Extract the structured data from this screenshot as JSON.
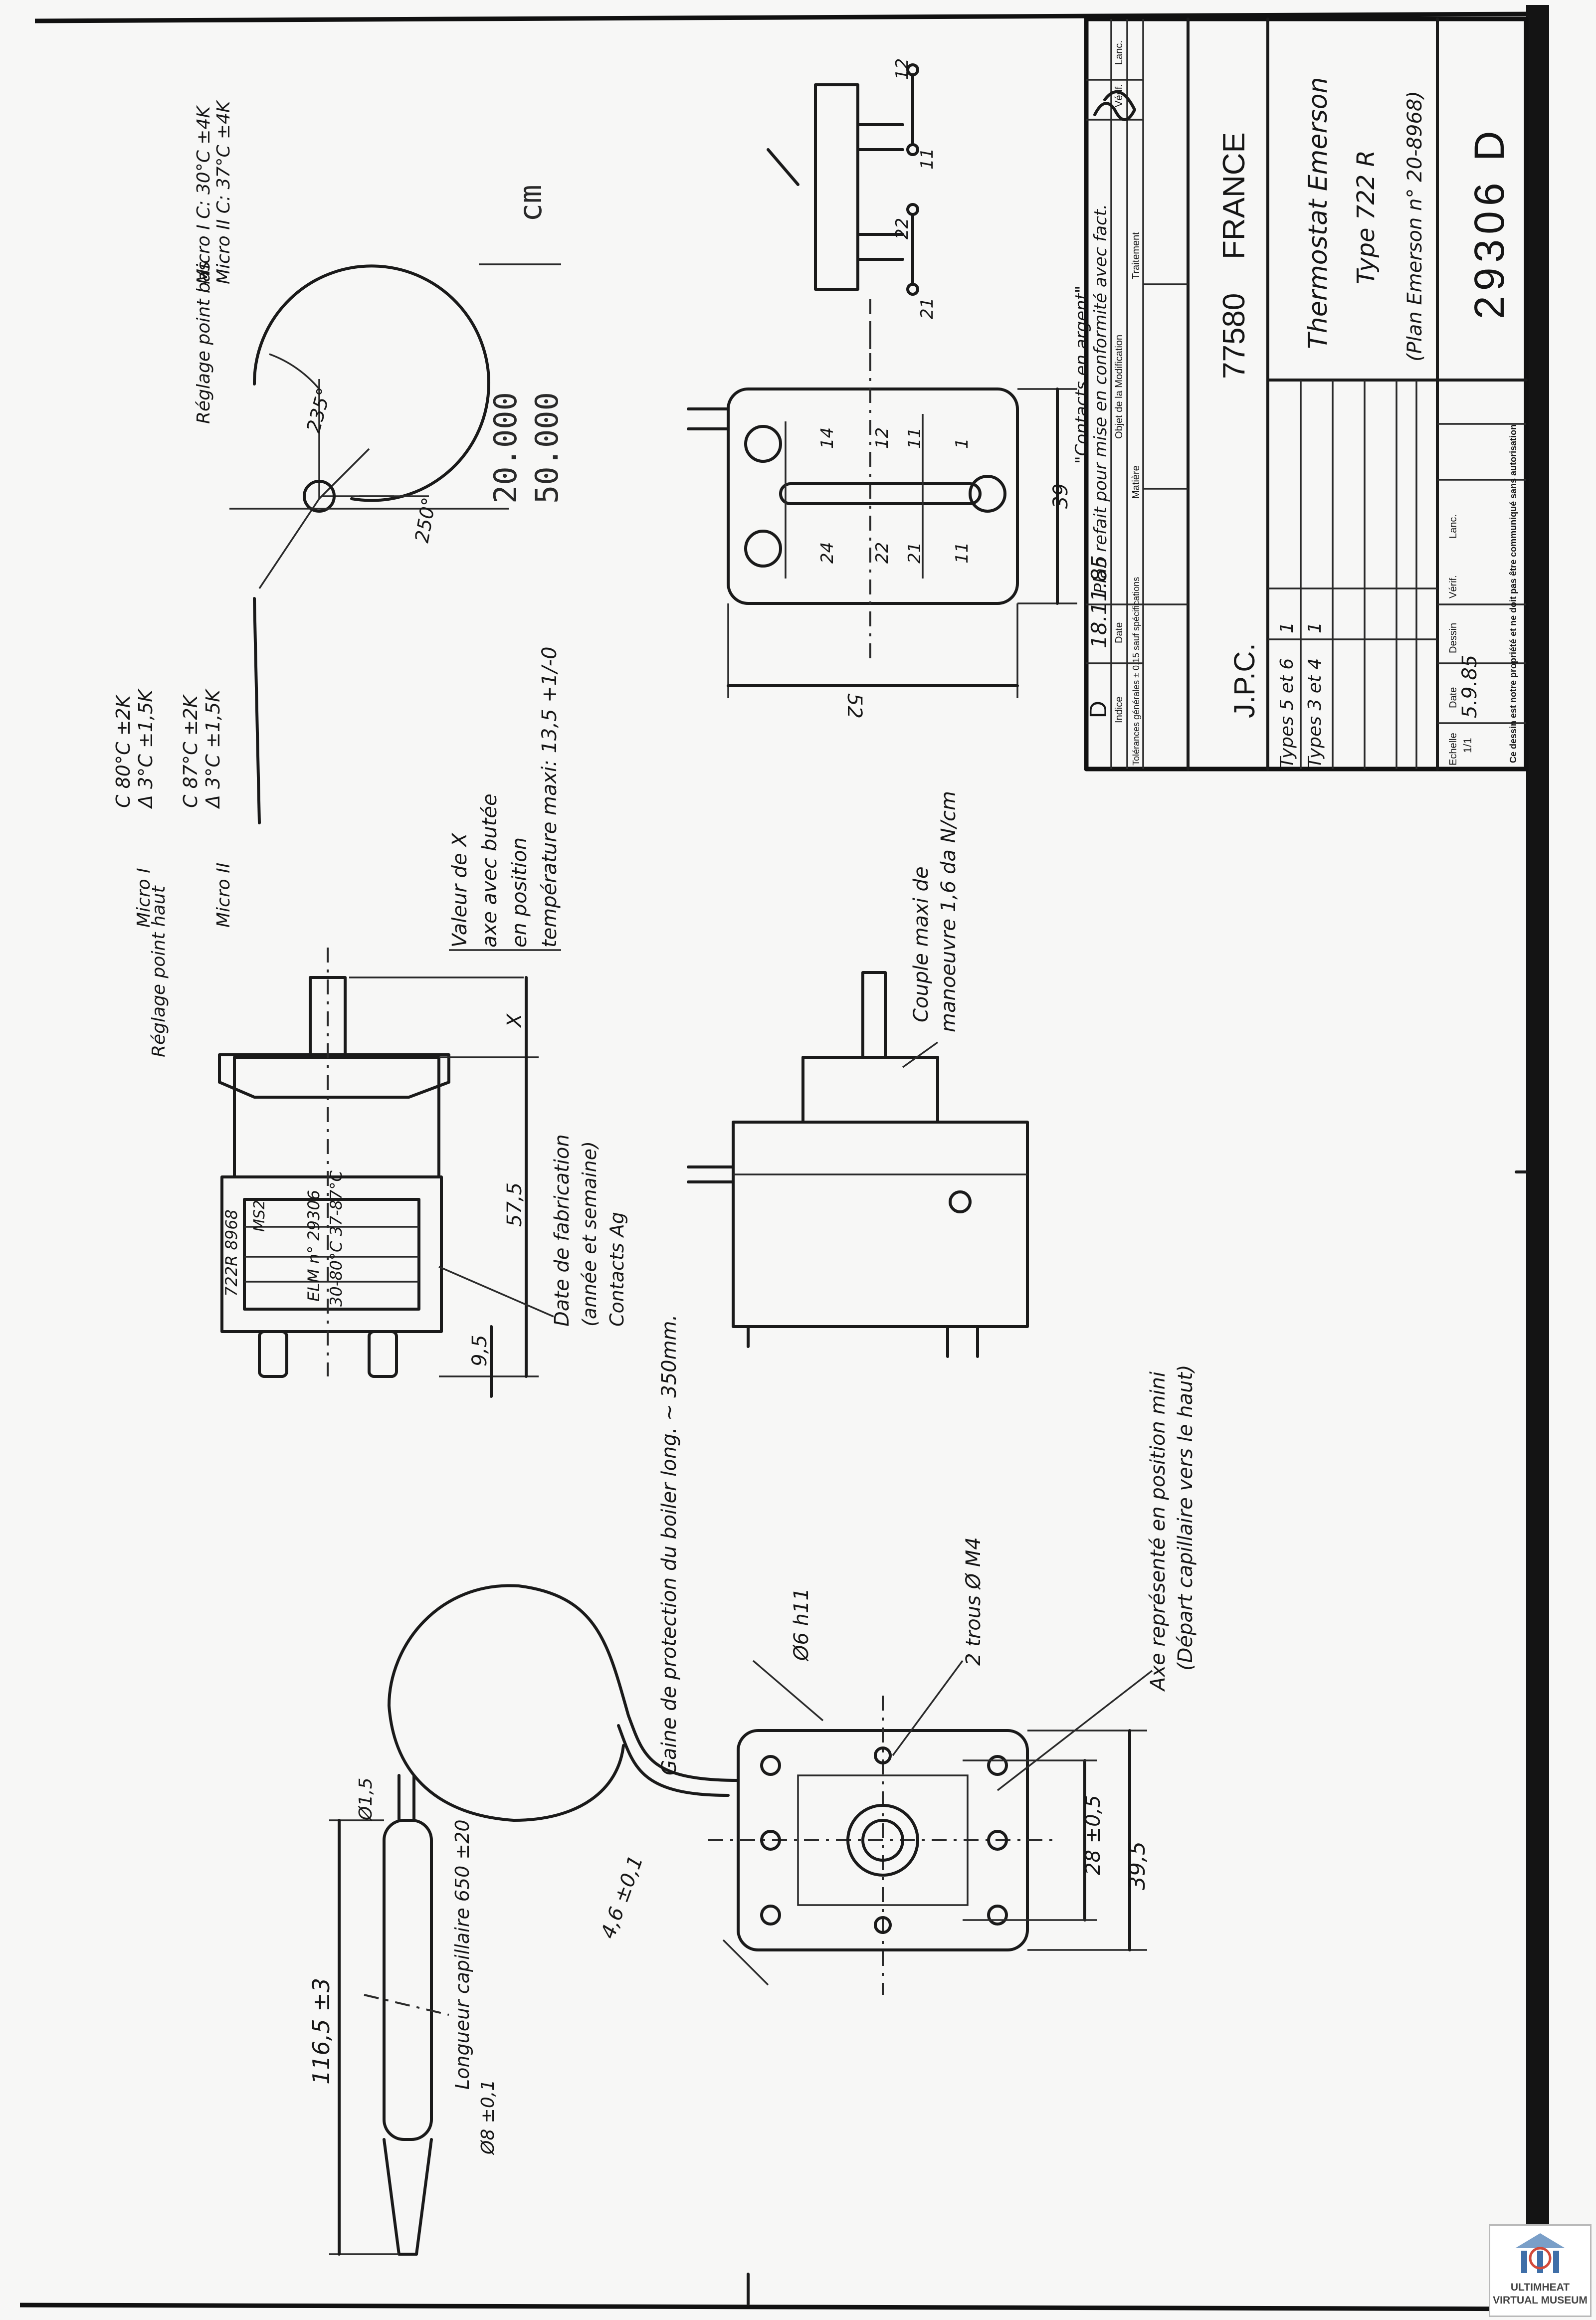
{
  "title_block": {
    "part_number": "29306 D",
    "product_title": "Thermostat Emerson",
    "product_type": "Type 722 R",
    "product_plan": "(Plan Emerson n° 20-8968)",
    "country": "FRANCE",
    "code": "77580",
    "drawn_by": "J.P.C.",
    "revision": {
      "index": "D",
      "date": "18.11.85",
      "description": "Plan refait pour mise en conformité avec fact.",
      "note": "\"Contacts en argent\""
    },
    "headers": {
      "indice": "Indice",
      "date": "Date",
      "object": "Objet de la Modification",
      "verif": "Vérif.",
      "lanc": "Lanc.",
      "tolerances": "Tolérances générales ± 0,15 sauf spécifications",
      "matiere": "Matière",
      "traitement": "Traitement",
      "echelle": "Echelle",
      "dessin": "Dessin",
      "verif2": "Vérif.",
      "lanc2": "Lanc."
    },
    "scale": "1/1",
    "drawing_date": "5.9.85",
    "types": [
      "Types 5 et 6",
      "Types 3 et 4"
    ],
    "type_counts": [
      "1",
      "1"
    ],
    "legal": "Ce dessin est notre propriété et ne doit pas être communiqué sans autorisation"
  },
  "annotations": {
    "reglage_haut": "Réglage point haut",
    "micro1": "Micro I",
    "micro2": "Micro II",
    "micro1_values": [
      "C 80°C ±2K",
      "Δ 3°C ±1,5K"
    ],
    "micro2_values": [
      "C 87°C ±2K",
      "Δ 3°C ±1,5K"
    ],
    "reglage_bas": "Réglage point bas",
    "micro_low": [
      "Micro I C: 30°C ±4K",
      "Micro II C: 37°C ±4K"
    ],
    "dial_angle_a": "235°",
    "dial_angle_b": "250°",
    "quantities": [
      "20.000",
      "50.000"
    ],
    "quantity_unit": "cm",
    "valeur_x": [
      "Valeur de X",
      "axe avec butée",
      "en position",
      "température maxi: 13,5 +1/-0"
    ],
    "dim_x": "X",
    "dim_575": "57,5",
    "dim_95": "9,5",
    "date_fab": [
      "Date de fabrication",
      "(année et semaine)",
      "Contacts Ag"
    ],
    "label_rows": [
      "722R 8968",
      "MS2",
      "ELM n° 29306",
      "30-80°C 37-87°C"
    ],
    "couple": [
      "Couple maxi de",
      "manoeuvre 1,6 da N/cm"
    ],
    "dim_39": "39",
    "dim_52": "52",
    "terminals": [
      "14",
      "12",
      "11",
      "1",
      "24",
      "22",
      "21",
      "11"
    ],
    "micro_terminals": [
      "21",
      "22",
      "11",
      "12"
    ],
    "gaine": "Gaine de protection du boiler long. ~ 350mm.",
    "diam_6": "Ø6 h11",
    "trous": "2 trous Ø M4",
    "axe": [
      "Axe représenté en position mini",
      "(Départ capillaire vers le haut)"
    ],
    "dim_28": "28 ±0,5",
    "dim_395": "39,5",
    "dim_46": "4,6 ±0,1",
    "dim_1165": "116,5 ±3",
    "capillaire": "Longueur capillaire 650 ±20",
    "bulb_diam": "Ø8 ±0,1",
    "cap_diam": "Ø1,5"
  },
  "watermark": {
    "line1": "ULTIMHEAT",
    "line2": "VIRTUAL MUSEUM"
  }
}
